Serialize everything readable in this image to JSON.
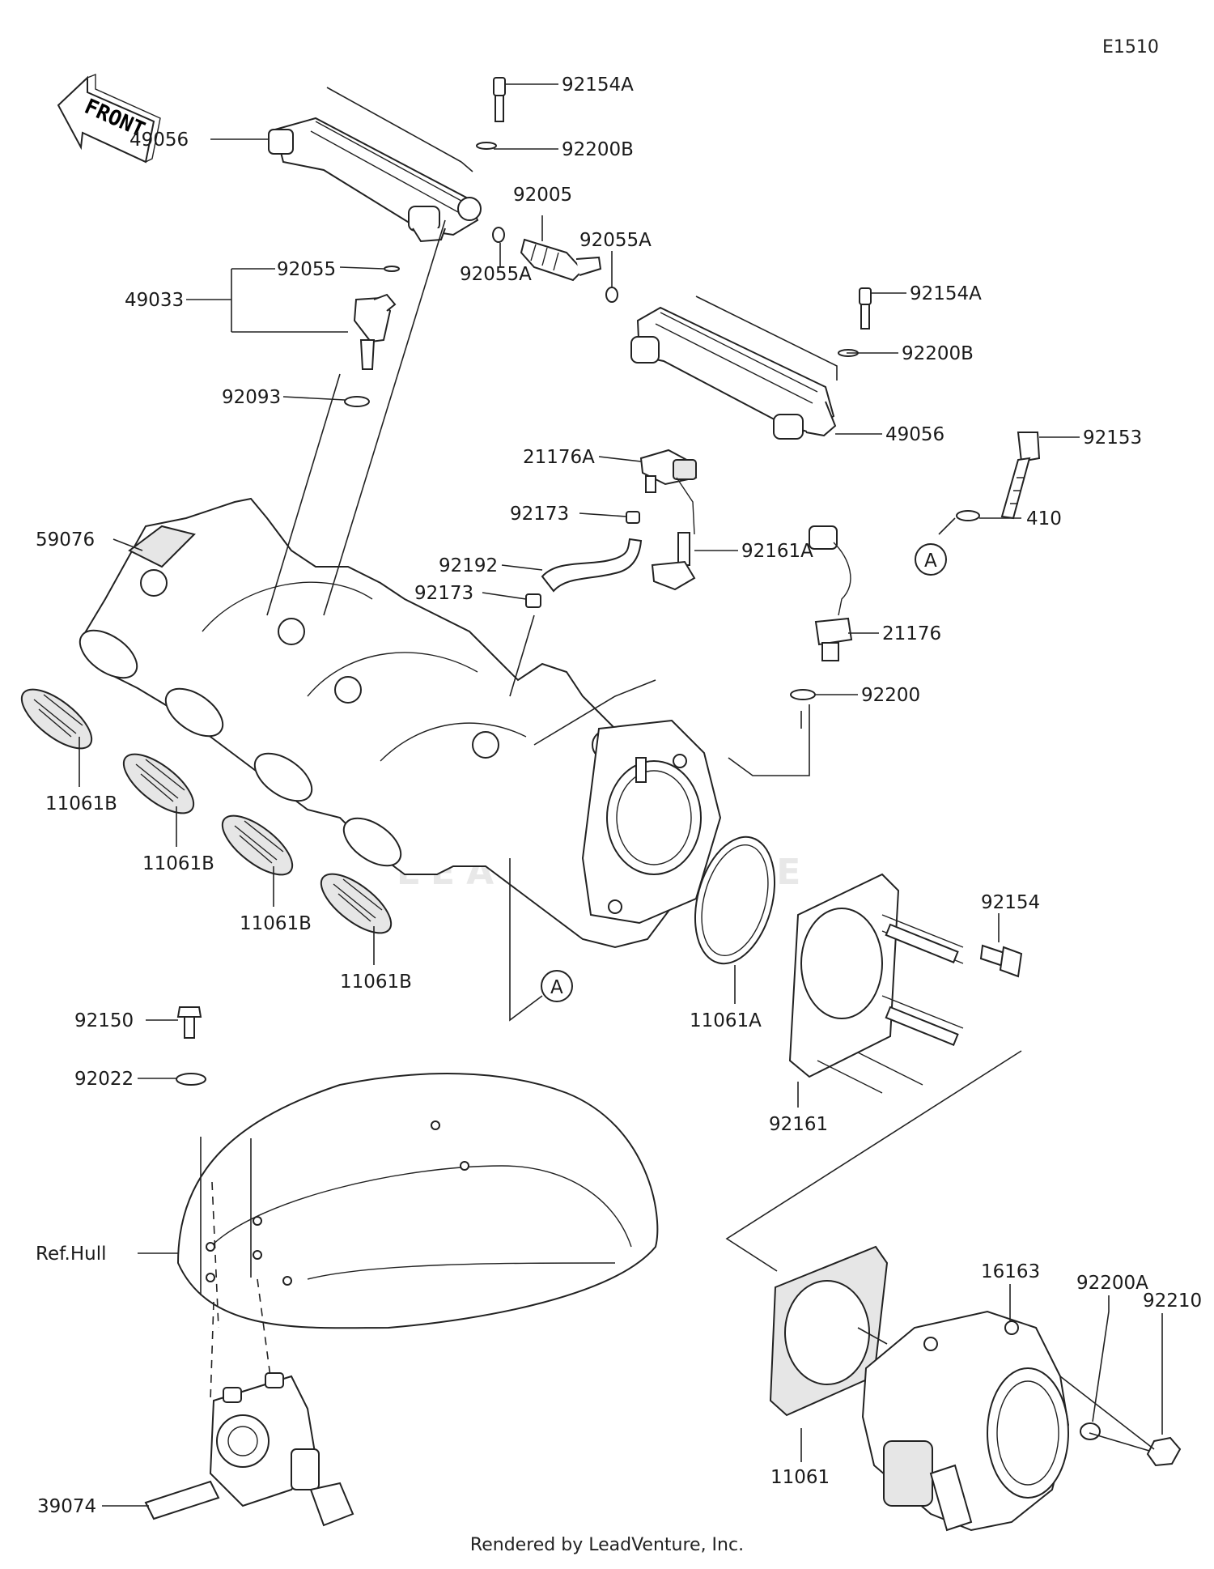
{
  "diagram_code": "E1510",
  "footer": "Rendered by LeadVenture, Inc.",
  "front_arrow_label": "FRONT",
  "watermark": "LEADVENTURE",
  "callouts": [
    {
      "id": "A",
      "label": "A"
    },
    {
      "id": "A2",
      "label": "A"
    }
  ],
  "parts": {
    "p92154A_1": "92154A",
    "p92200B_1": "92200B",
    "p49056_1": "49056",
    "p92005": "92005",
    "p92055A_r": "92055A",
    "p92055A_l": "92055A",
    "p92055": "92055",
    "p49033": "49033",
    "p92093": "92093",
    "p92154A_2": "92154A",
    "p92200B_2": "92200B",
    "p49056_2": "49056",
    "p92153": "92153",
    "p410": "410",
    "p21176A": "21176A",
    "p92173_1": "92173",
    "p92161A": "92161A",
    "p92192": "92192",
    "p92173_2": "92173",
    "p21176": "21176",
    "p92200": "92200",
    "p59076": "59076",
    "p11061B_1": "11061B",
    "p11061B_2": "11061B",
    "p11061B_3": "11061B",
    "p11061B_4": "11061B",
    "p92154": "92154",
    "p11061A": "11061A",
    "p92150": "92150",
    "p92022": "92022",
    "p92161": "92161",
    "pRefHull": "Ref.Hull",
    "p16163": "16163",
    "p92200A": "92200A",
    "p92210": "92210",
    "p11061": "11061",
    "p39074": "39074"
  }
}
